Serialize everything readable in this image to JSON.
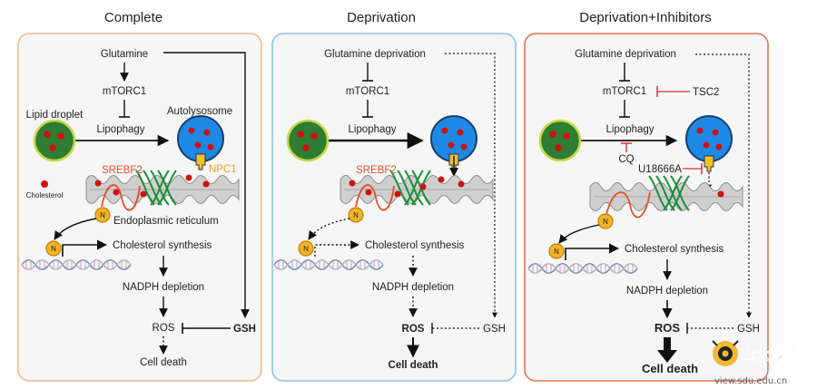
{
  "panels": [
    {
      "title": "Complete",
      "glutamine": "Glutamine",
      "mtorc1": "mTORC1",
      "lipid_droplet": "Lipid droplet",
      "lipophagy": "Lipophagy",
      "autolysosome": "Autolysosome",
      "srebf2": "SREBF2",
      "npc1": "NPC1",
      "cholesterol": "Cholesterol",
      "n": "N",
      "er": "Endoplasmic reticulum",
      "chol_synth": "Cholesterol synthesis",
      "nadph": "NADPH depletion",
      "ros": "ROS",
      "gsh": "GSH",
      "cell_death": "Cell death"
    },
    {
      "title": "Deprivation",
      "glutamine": "Glutamine deprivation",
      "mtorc1": "mTORC1",
      "lipophagy": "Lipophagy",
      "srebf2": "SREBF2",
      "n": "N",
      "chol_synth": "Cholesterol synthesis",
      "nadph": "NADPH depletion",
      "ros": "ROS",
      "gsh": "GSH",
      "cell_death": "Cell death"
    },
    {
      "title": "Deprivation+Inhibitors",
      "glutamine": "Glutamine deprivation",
      "mtorc1": "mTORC1",
      "tsc2": "TSC2",
      "lipophagy": "Lipophagy",
      "cq": "CQ",
      "u18666a": "U18666A",
      "n": "N",
      "chol_synth": "Cholesterol synthesis",
      "nadph": "NADPH depletion",
      "ros": "ROS",
      "gsh": "GSH",
      "cell_death": "Cell death"
    }
  ],
  "watermark": {
    "brand": "山大视点",
    "url": "view.sdu.edu.cn"
  },
  "colors": {
    "panel1_border": "#f2b98a",
    "panel2_border": "#8fc3e0",
    "panel3_border": "#e0764e",
    "panel_fill": "#f6f6f6",
    "droplet": "#2e7d32",
    "autolysosome": "#1e88e5",
    "cholesterol": "#d01010",
    "srebf2": "#e2502a",
    "npc1": "#f0a020",
    "inhibitor": "#e05050"
  }
}
